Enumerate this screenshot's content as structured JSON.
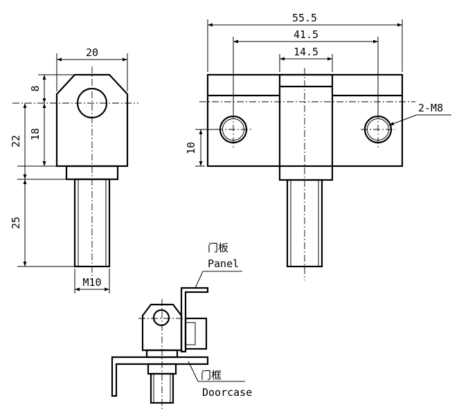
{
  "front_view": {
    "dim_width": "20",
    "dim_top": "8",
    "dim_hole": "18",
    "dim_body": "22",
    "dim_thread_len": "25",
    "dim_thread": "M10"
  },
  "side_view": {
    "dim_overall": "55.5",
    "dim_hole_spacing": "41.5",
    "dim_center": "14.5",
    "dim_hole_height": "10",
    "hole_callout": "2-M8"
  },
  "installation": {
    "panel_cn": "门板",
    "panel_en": "Panel",
    "doorcase_cn": "门框",
    "doorcase_en": "Doorcase"
  }
}
